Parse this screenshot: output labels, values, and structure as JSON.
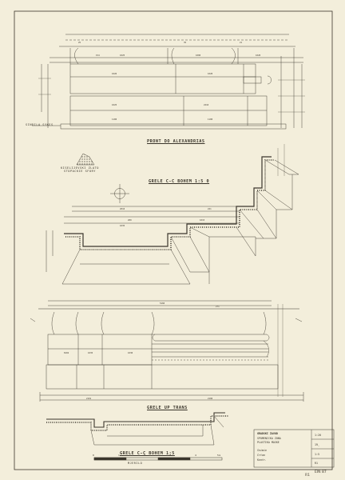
{
  "sheet": {
    "sheet_number": "R1",
    "corner_mark": "EIN 87"
  },
  "drawings": {
    "elevation_title": "PRONT DO ALEXANDRIAS",
    "plan_title": "GRELE C-C BOHEM 1:5 0",
    "side_title": "GRELE UP TRANS",
    "section_title": "GRELE C-C BOHEM 1:5",
    "left_note": "SINDILA SYKES",
    "stone_note": "KISELIJEVSKI ZLATO\nSTOPACKIE SFORY"
  },
  "scale_bar": {
    "label": "MJERILO",
    "ticks": [
      "0",
      "1",
      "2",
      "3",
      "4",
      "5m"
    ]
  },
  "title_block": {
    "header": "GRADSKI ZAVOD",
    "line1": "SPOMENICKA ZONA",
    "line2": "PLASTIKA MASKE",
    "sign1": "Snimio",
    "sign2": "Crtao",
    "sign3": "Kontr.",
    "f1": "1:20",
    "f2": "19_",
    "f3": "1:5",
    "f4": "R1"
  }
}
